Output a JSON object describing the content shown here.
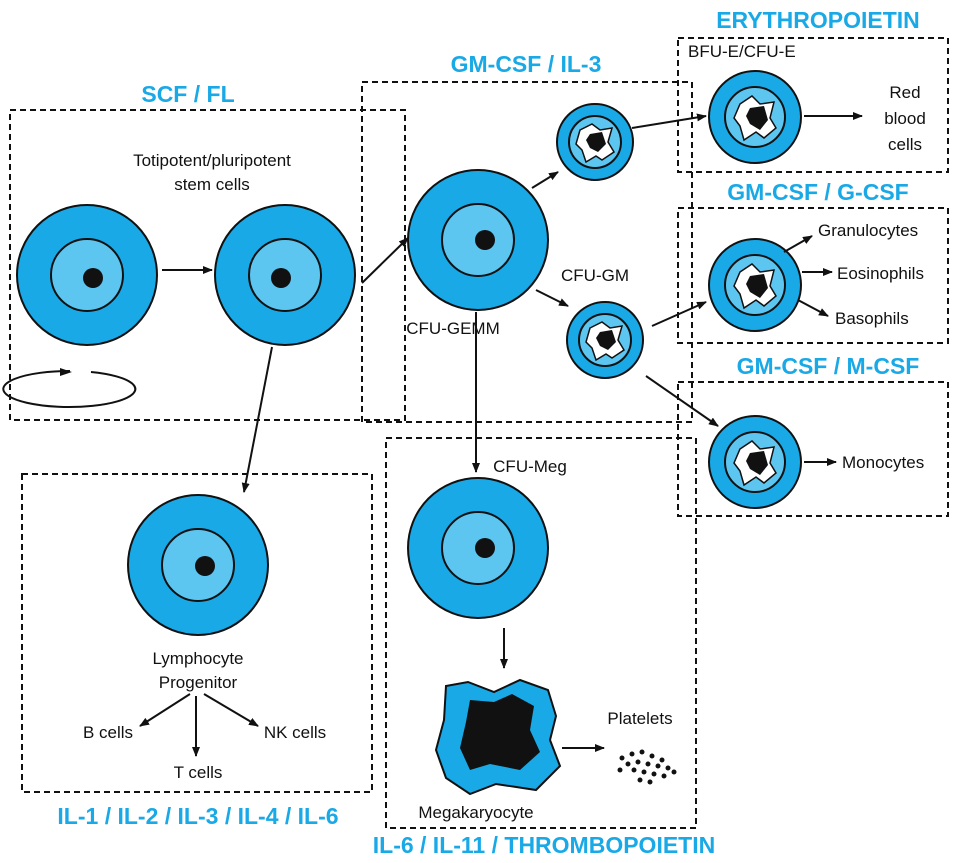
{
  "colors": {
    "cytokine_text": "#19a9e6",
    "cell_outer": "#19a9e6",
    "cell_inner": "#5cc6f1",
    "outline": "#111111"
  },
  "cytokines": {
    "scf_fl": "SCF / FL",
    "gm_il3": "GM-CSF / IL-3",
    "epo": "ERYTHROPOIETIN",
    "gm_g": "GM-CSF / G-CSF",
    "gm_m": "GM-CSF / M-CSF",
    "interleukins": "IL-1 / IL-2 / IL-3 / IL-4 / IL-6",
    "thrombo": "IL-6 / IL-11 / THROMBOPOIETIN"
  },
  "cells": {
    "stem_line1": "Totipotent/pluripotent",
    "stem_line2": "stem cells",
    "cfu_gemm": "CFU-GEMM",
    "cfu_gm": "CFU-GM",
    "bfu_cfu_e": "BFU-E/CFU-E",
    "red1": "Red",
    "red2": "blood",
    "red3": "cells",
    "granulocytes": "Granulocytes",
    "eosinophils": "Eosinophils",
    "basophils": "Basophils",
    "monocytes": "Monocytes",
    "cfu_meg": "CFU-Meg",
    "megakaryocyte": "Megakaryocyte",
    "platelets": "Platelets",
    "lympho1": "Lymphocyte",
    "lympho2": "Progenitor",
    "b_cells": "B cells",
    "t_cells": "T cells",
    "nk_cells": "NK cells"
  }
}
